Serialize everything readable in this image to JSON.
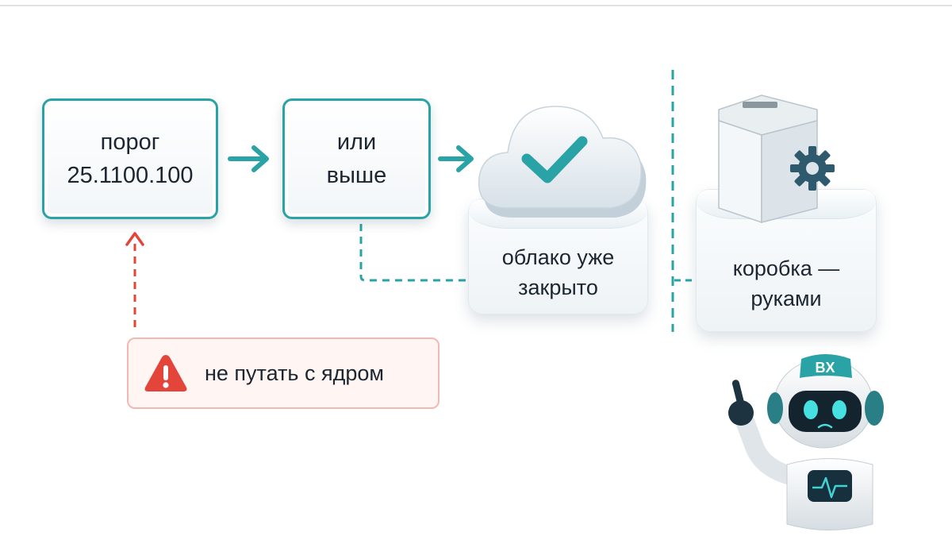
{
  "nodes": {
    "threshold": {
      "line1": "порог",
      "line2": "25.1100.100"
    },
    "or_higher": {
      "line1": "или",
      "line2": "выше"
    },
    "cloud": {
      "line1": "облако уже",
      "line2": "закрыто"
    },
    "box": {
      "line1": "коробка —",
      "line2": "руками"
    }
  },
  "warning": {
    "text": "не путать с ядром",
    "icon": "warning-triangle-icon"
  },
  "robot": {
    "badge": "BX"
  },
  "colors": {
    "teal": "#2aa3a6",
    "warning_red": "#e3453b",
    "warning_bg": "#fff5f3",
    "warning_border": "#f4b8b3",
    "text": "#1c2530"
  }
}
